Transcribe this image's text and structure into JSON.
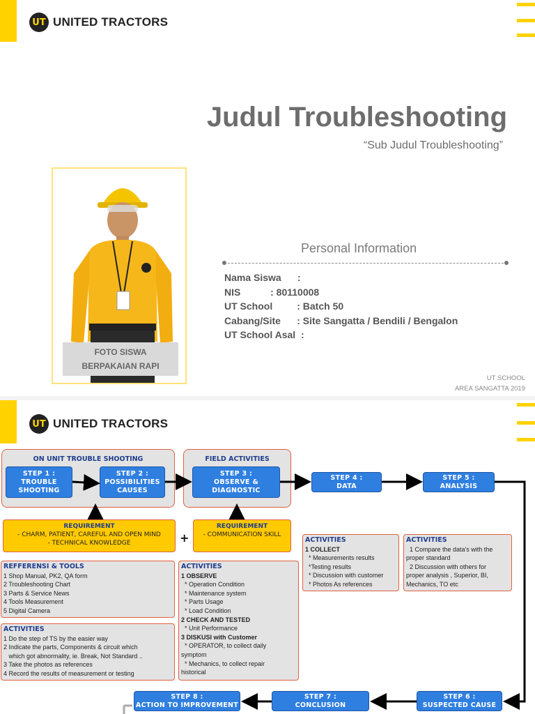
{
  "brand": {
    "mark": "UT",
    "name": "UNITED TRACTORS"
  },
  "title": "Judul Troubleshooting",
  "subtitle": "“Sub Judul Troubleshooting”",
  "photo_caption": [
    "FOTO SISWA",
    "BERPAKAIAN RAPI"
  ],
  "personal_info": {
    "heading": "Personal Information",
    "rows": [
      "Nama Siswa      :",
      "NIS           : 80110008",
      "UT School         : Batch 50",
      "Cabang/Site      : Site Sangatta / Bendili / Bengalon",
      "UT School Asal  :"
    ]
  },
  "footer": [
    "UT SCHOOL",
    "AREA SANGATTA 2019"
  ],
  "flow": {
    "group1_title": "ON UNIT TROUBLE SHOOTING",
    "group2_title": "FIELD ACTIVITIES",
    "steps": {
      "s1": [
        "STEP 1 :",
        "TROUBLE",
        "SHOOTING"
      ],
      "s2": [
        "STEP 2 :",
        "POSSIBILITIES",
        "CAUSES"
      ],
      "s3": [
        "STEP 3 :",
        "OBSERVE &",
        "DIAGNOSTIC"
      ],
      "s4": [
        "STEP 4 :",
        "DATA"
      ],
      "s5": [
        "STEP 5 :",
        "ANALYSIS"
      ],
      "s6": [
        "STEP 6 :",
        "SUSPECTED CAUSE"
      ],
      "s7": [
        "STEP 7 :",
        "CONCLUSION"
      ],
      "s8": [
        "STEP 8 :",
        "ACTION TO IMPROVEMENT"
      ]
    },
    "req1": {
      "title": "REQUIREMENT",
      "lines": [
        "- CHARM, PATIENT, CAREFUL AND OPEN MIND",
        "- TECHNICAL KNOWLEDGE"
      ]
    },
    "plus": "+",
    "req2": {
      "title": "REQUIREMENT",
      "lines": [
        "- COMMUNICATION SKILL"
      ]
    },
    "ref": {
      "title": "REFFERENSI & TOOLS",
      "lines": [
        "1 Shop Manual, PK2, QA form",
        "2 Troubleshooting Chart",
        "3 Parts & Service News",
        "4 Tools Measurement",
        "5 Digital Camera"
      ]
    },
    "act1": {
      "title": "ACTIVITIES",
      "lines": [
        "1 Do the step of TS by the easier way",
        "2 Indicate the parts, Components & circuit which",
        "   which got abnormality, ie. Break, Not Standard ..",
        "3 Take the photos as references",
        "4 Record the results of measurement or testing"
      ]
    },
    "act2": {
      "title": "ACTIVITIES",
      "lines": [
        "1 OBSERVE",
        "  * Operation Condition",
        "  * Maintenance system",
        "  * Parts Usage",
        "  * Load Condition",
        "2 CHECK AND TESTED",
        "  * Unit Performance",
        "3 DISKUSI with Customer",
        "  * OPERATOR, to collect daily",
        "symptom",
        "  * Mechanics, to collect repair",
        "historical"
      ]
    },
    "act3": {
      "title": "ACTIVITIES",
      "lines": [
        "1 COLLECT",
        "  * Measurements results",
        "  *Testing results",
        "  * Discussion with customer",
        "  * Photos As references"
      ]
    },
    "act4": {
      "title": "ACTIVITIES",
      "lines": [
        "  1 Compare the data's with the",
        "proper standard",
        "  2 Discussion with others for",
        "proper analysis , Superior, BI,",
        "Mechanics, TO etc"
      ]
    }
  }
}
